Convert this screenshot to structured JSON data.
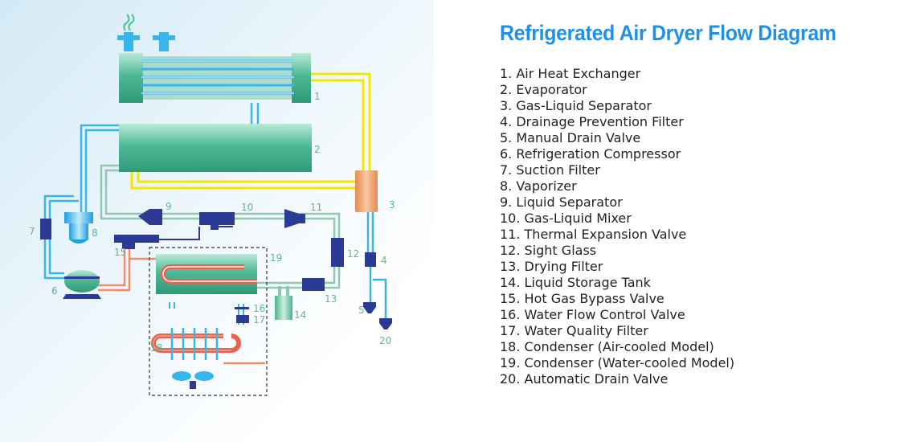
{
  "colors": {
    "accent_title": "#1e90e8",
    "pipe_blue": "#38b6ec",
    "pipe_yellow": "#f5e600",
    "pipe_orange": "#f08c6a",
    "pipe_green": "#8fc9b0",
    "equipment_green": "#3fae8a",
    "component_navy": "#2b3a93",
    "callout_label": "#5cb890"
  },
  "title": "Refrigerated Air Dryer Flow Diagram",
  "legend": [
    "1. Air Heat Exchanger",
    "2. Evaporator",
    "3. Gas-Liquid Separator",
    "4. Drainage Prevention Filter",
    "5. Manual Drain Valve",
    "6. Refrigeration Compressor",
    "7. Suction Filter",
    "8. Vaporizer",
    "9. Liquid Separator",
    "10. Gas-Liquid Mixer",
    "11. Thermal Expansion Valve",
    "12. Sight Glass",
    "13. Drying Filter",
    "14. Liquid Storage Tank",
    "15. Hot Gas Bypass Valve",
    "16. Water Flow Control Valve",
    "17. Water Quality Filter",
    "18. Condenser (Air-cooled Model)",
    "19. Condenser (Water-cooled Model)",
    "20. Automatic Drain Valve"
  ],
  "callouts": {
    "c1": "1",
    "c2": "2",
    "c3": "3",
    "c4": "4",
    "c5": "5",
    "c6": "6",
    "c7": "7",
    "c8": "8",
    "c9": "9",
    "c10": "10",
    "c11": "11",
    "c12": "12",
    "c13": "13",
    "c14": "14",
    "c15": "15",
    "c16": "16",
    "c17": "17",
    "c18": "18",
    "c19": "19",
    "c20": "20"
  }
}
